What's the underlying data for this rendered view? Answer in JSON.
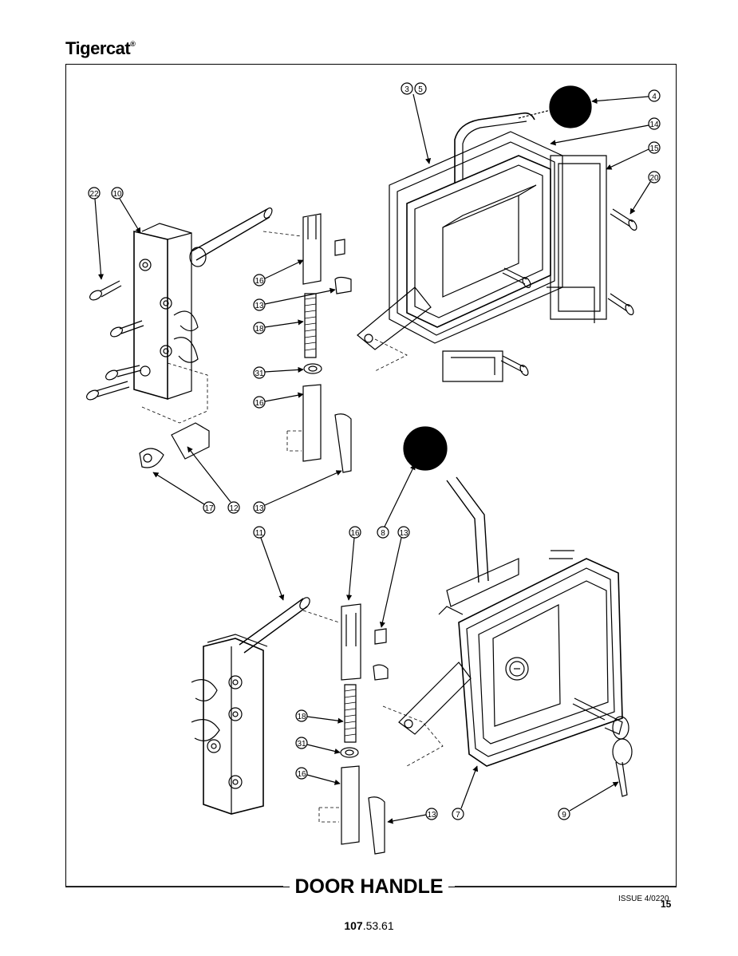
{
  "brand": "Tigercat",
  "brand_mark": "®",
  "title": "DOOR HANDLE",
  "issue": "ISSUE 4/0220",
  "page_number": "15",
  "part_number_bold": "107",
  "part_number_rest": ".53.61",
  "callouts": {
    "c3": "3",
    "c5": "5",
    "c4": "4",
    "c14": "14",
    "c15": "15",
    "c20": "20",
    "c22": "22",
    "c10": "10",
    "c16a": "16",
    "c13a": "13",
    "c18a": "18",
    "c31a": "31",
    "c16b": "16",
    "c17": "17",
    "c12": "12",
    "c13b": "13",
    "c11": "11",
    "c16c": "16",
    "c8": "8",
    "c13c": "13",
    "c18b": "18",
    "c31b": "31",
    "c16d": "16",
    "c13d": "13",
    "c7": "7",
    "c9": "9"
  }
}
